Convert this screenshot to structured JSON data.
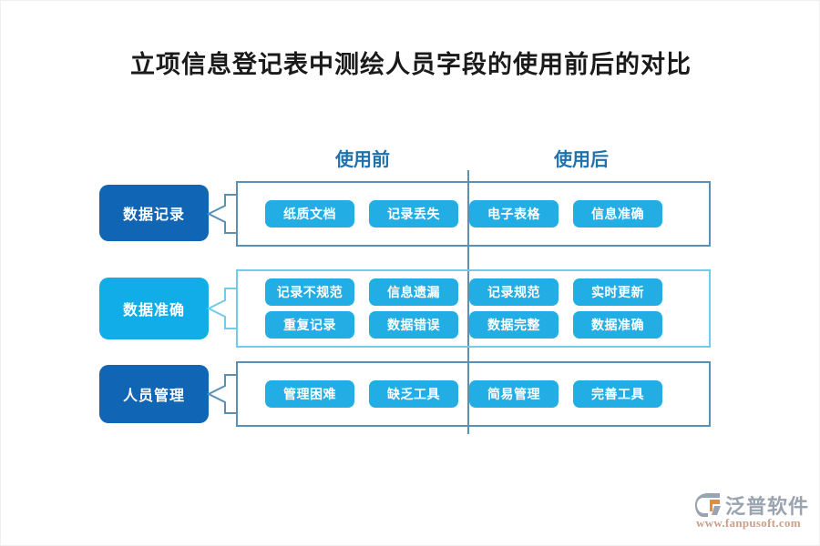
{
  "title": "立项信息登记表中测绘人员字段的使用前后的对比",
  "columns": {
    "before": "使用前",
    "after": "使用后"
  },
  "colors": {
    "label_dark": "#1065b5",
    "label_light": "#10ade8",
    "pill": "#22ade5",
    "frame": "#5b90b5",
    "frame_light": "#6fcdea",
    "header_text": "#1f72ab",
    "title_text": "#1a1a1a"
  },
  "rows": [
    {
      "label": "数据记录",
      "label_style": "dark",
      "frame_style": "dark",
      "before": [
        "纸质文档",
        "记录丢失"
      ],
      "after": [
        "电子表格",
        "信息准确"
      ]
    },
    {
      "label": "数据准确",
      "label_style": "light",
      "frame_style": "light",
      "before": [
        "记录不规范",
        "信息遗漏",
        "重复记录",
        "数据错误"
      ],
      "after": [
        "记录规范",
        "实时更新",
        "数据完整",
        "数据准确"
      ]
    },
    {
      "label": "人员管理",
      "label_style": "dark",
      "frame_style": "dark",
      "before": [
        "管理困难",
        "缺乏工具"
      ],
      "after": [
        "简易管理",
        "完善工具"
      ]
    }
  ],
  "logo": {
    "name": "泛普软件",
    "url": "www.fanpusoft.com"
  }
}
